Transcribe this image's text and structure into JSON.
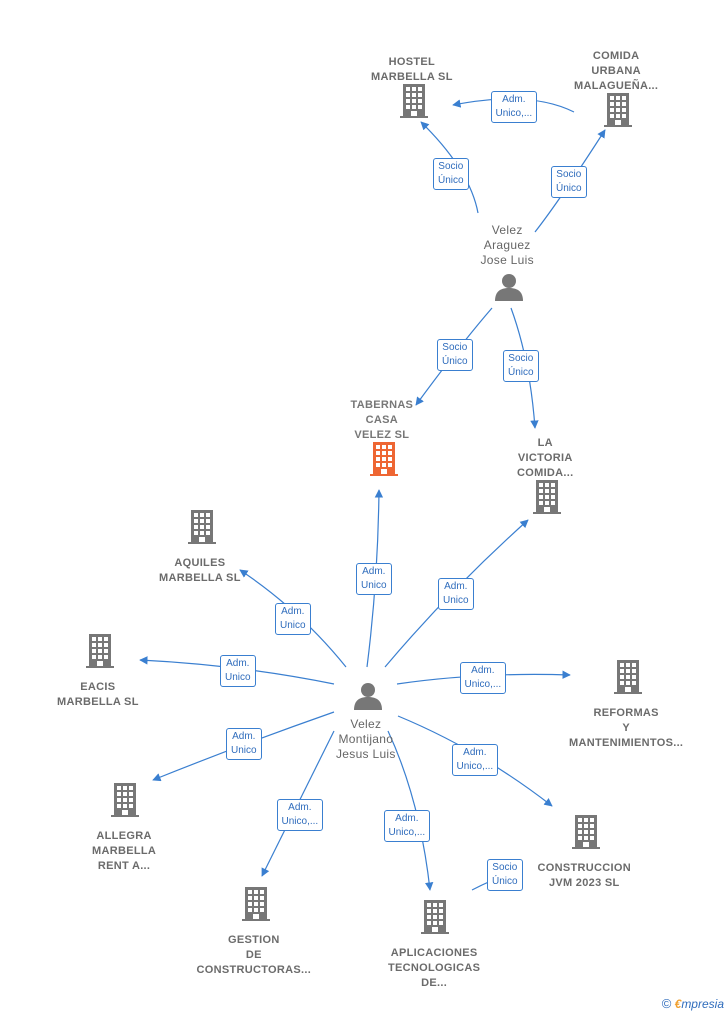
{
  "colors": {
    "company": "#777777",
    "main_company": "#ee6633",
    "edge": "#3a7fd0",
    "person": "#777777"
  },
  "nodes": {
    "hostel": {
      "label_lines": [
        "HOSTEL",
        "MARBELLA SL"
      ],
      "icon": "building-icon"
    },
    "comida_urbana": {
      "label_lines": [
        "COMIDA",
        "URBANA",
        "MALAGUEÑA..."
      ],
      "icon": "building-icon"
    },
    "velez_araguez": {
      "label_lines": [
        "Velez",
        "Araguez",
        "Jose Luis"
      ],
      "icon": "person-icon"
    },
    "tabernas": {
      "label_lines": [
        "TABERNAS",
        "CASA",
        "VELEZ SL"
      ],
      "icon": "building-icon"
    },
    "la_victoria": {
      "label_lines": [
        "LA",
        "VICTORIA",
        "COMIDA..."
      ],
      "icon": "building-icon"
    },
    "aquiles": {
      "label_lines": [
        "AQUILES",
        "MARBELLA SL"
      ],
      "icon": "building-icon"
    },
    "eacis": {
      "label_lines": [
        "EACIS",
        "MARBELLA SL"
      ],
      "icon": "building-icon"
    },
    "velez_montijano": {
      "label_lines": [
        "Velez",
        "Montijano",
        "Jesus Luis"
      ],
      "icon": "person-icon"
    },
    "reformas": {
      "label_lines": [
        "REFORMAS",
        "Y",
        "MANTENIMIENTOS..."
      ],
      "icon": "building-icon"
    },
    "allegra": {
      "label_lines": [
        "ALLEGRA",
        "MARBELLA",
        "RENT A..."
      ],
      "icon": "building-icon"
    },
    "construccion": {
      "label_lines": [
        "CONSTRUCCION",
        "JVM 2023 SL"
      ],
      "icon": "building-icon"
    },
    "gestion": {
      "label_lines": [
        "GESTION",
        "DE",
        "CONSTRUCTORAS..."
      ],
      "icon": "building-icon"
    },
    "aplicaciones": {
      "label_lines": [
        "APLICACIONES",
        "TECNOLOGICAS",
        "DE..."
      ],
      "icon": "building-icon"
    }
  },
  "edges": [
    {
      "from": "comida_urbana",
      "to": "hostel",
      "label": [
        "Adm.",
        "Unico,..."
      ]
    },
    {
      "from": "velez_araguez",
      "to": "hostel",
      "label": [
        "Socio",
        "Único"
      ]
    },
    {
      "from": "velez_araguez",
      "to": "comida_urbana",
      "label": [
        "Socio",
        "Único"
      ]
    },
    {
      "from": "velez_araguez",
      "to": "tabernas",
      "label": [
        "Socio",
        "Único"
      ]
    },
    {
      "from": "velez_araguez",
      "to": "la_victoria",
      "label": [
        "Socio",
        "Único"
      ]
    },
    {
      "from": "velez_montijano",
      "to": "tabernas",
      "label": [
        "Adm.",
        "Unico"
      ]
    },
    {
      "from": "velez_montijano",
      "to": "la_victoria",
      "label": [
        "Adm.",
        "Unico"
      ]
    },
    {
      "from": "velez_montijano",
      "to": "aquiles",
      "label": [
        "Adm.",
        "Unico"
      ]
    },
    {
      "from": "velez_montijano",
      "to": "eacis",
      "label": [
        "Adm.",
        "Unico"
      ]
    },
    {
      "from": "velez_montijano",
      "to": "reformas",
      "label": [
        "Adm.",
        "Unico,..."
      ]
    },
    {
      "from": "velez_montijano",
      "to": "allegra",
      "label": [
        "Adm.",
        "Unico"
      ]
    },
    {
      "from": "velez_montijano",
      "to": "construccion",
      "label": [
        "Adm.",
        "Unico,..."
      ]
    },
    {
      "from": "velez_montijano",
      "to": "gestion",
      "label": [
        "Adm.",
        "Unico,..."
      ]
    },
    {
      "from": "velez_montijano",
      "to": "aplicaciones",
      "label": [
        "Adm.",
        "Unico,..."
      ]
    },
    {
      "from": "construccion",
      "to": "aplicaciones",
      "label": [
        "Socio",
        "Único"
      ]
    }
  ],
  "footer": {
    "copyright_symbol": "©",
    "brand_e": "€",
    "brand_rest": "mpresia"
  }
}
